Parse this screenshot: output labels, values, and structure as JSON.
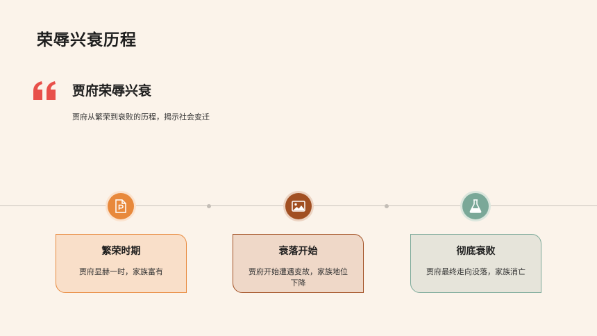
{
  "page": {
    "title": "荣辱兴衰历程"
  },
  "section": {
    "title": "贾府荣辱兴衰",
    "subtitle": "贾府从繁荣到衰败的历程，揭示社会变迁",
    "quote_icon": "quote-icon"
  },
  "colors": {
    "background": "#fbf3ea",
    "quote": "#e8504a",
    "stage1": "#e8893c",
    "stage2": "#a14f22",
    "stage3": "#7aa898"
  },
  "stages": [
    {
      "title": "繁荣时期",
      "desc": "贾府显赫一时，家族富有",
      "icon": "powerpoint-icon"
    },
    {
      "title": "衰落开始",
      "desc": "贾府开始遭遇变故，家族地位下降",
      "icon": "image-icon"
    },
    {
      "title": "彻底衰败",
      "desc": "贾府最终走向没落，家族消亡",
      "icon": "flask-icon"
    }
  ]
}
